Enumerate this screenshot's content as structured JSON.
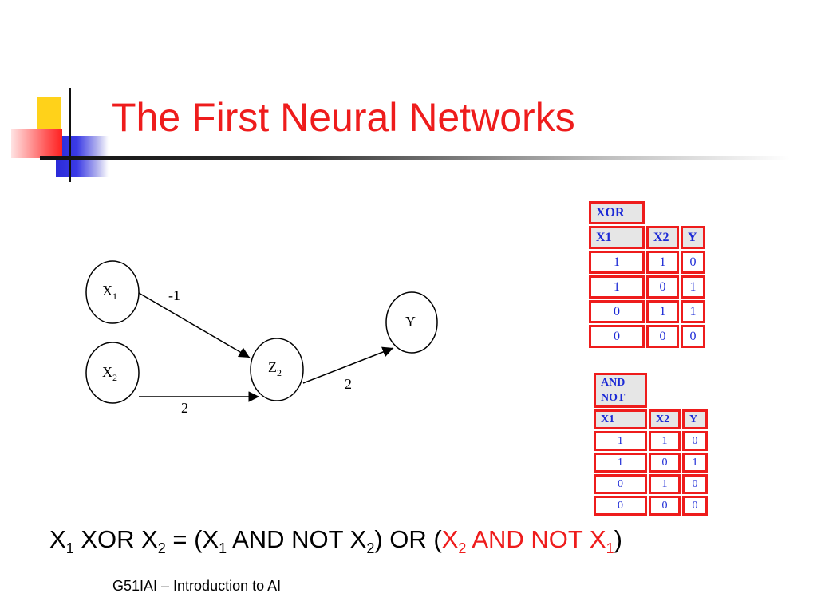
{
  "slide": {
    "title": "The First Neural Networks",
    "footer": "G51IAI – Introduction to AI"
  },
  "network": {
    "nodes": {
      "x1": {
        "label": "X",
        "sub": "1"
      },
      "x2": {
        "label": "X",
        "sub": "2"
      },
      "z2": {
        "label": "Z",
        "sub": "2"
      },
      "y": {
        "label": "Y",
        "sub": ""
      }
    },
    "weights": {
      "x1_z2": "-1",
      "x2_z2": "2",
      "z2_y": "2"
    }
  },
  "xor_table": {
    "caption": "XOR",
    "headers": [
      "X1",
      "X2",
      "Y"
    ],
    "rows": [
      [
        "1",
        "1",
        "0"
      ],
      [
        "1",
        "0",
        "1"
      ],
      [
        "0",
        "1",
        "1"
      ],
      [
        "0",
        "0",
        "0"
      ]
    ]
  },
  "andnot_table": {
    "caption_line1": "AND",
    "caption_line2": "NOT",
    "headers": [
      "X1",
      "X2",
      "Y"
    ],
    "rows": [
      [
        "1",
        "1",
        "0"
      ],
      [
        "1",
        "0",
        "1"
      ],
      [
        "0",
        "1",
        "0"
      ],
      [
        "0",
        "0",
        "0"
      ]
    ]
  },
  "formula": {
    "x": "X",
    "one": "1",
    "two": "2",
    "xor": " XOR ",
    "eq_open": " = (",
    "and_not": " AND NOT ",
    "close_or": ") OR (",
    "close": ")"
  },
  "colors": {
    "title": "#ee1c1c",
    "table_border": "#ee1c1c",
    "table_text": "#1c2ad6",
    "header_fill": "#e6e6e6"
  }
}
